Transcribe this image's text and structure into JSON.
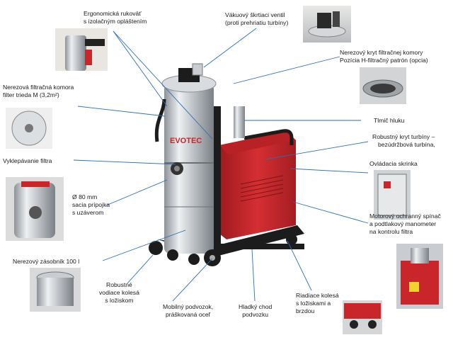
{
  "labels": {
    "handle": [
      "Ergonomická rukoväť",
      "s izolačným opláštením"
    ],
    "valve": [
      "Vákuový škrtiaci ventil",
      "(proti prehriatiu turbíny)"
    ],
    "cover": [
      "Nerezový kryt filtračnej komory",
      "Pozícia H-filtračný patrón (opcia)"
    ],
    "filter_chamber": [
      "Nerezová filtračná komora",
      "filter trieda M (3,2m²)"
    ],
    "muffler": [
      "Tlmič hluku"
    ],
    "turbine_cover": [
      "Robustný kryt turbíny –",
      "bezúdržbová turbína,"
    ],
    "filter_shake": [
      "Vyklepávanie filtra"
    ],
    "control_box": [
      "Ovládacia skrinka"
    ],
    "inlet": [
      "Ø 80 mm",
      "sacia prípojka",
      "s uzáverom"
    ],
    "motor_switch": [
      "Motorový  ochranný spínač",
      "a podtlakový manometer",
      "na kontrolu filtra"
    ],
    "container": [
      "Nerezový zásobník 100 l"
    ],
    "guide_wheels": [
      "Robustné",
      "vodiace kolesá",
      "s ložiskom"
    ],
    "chassis": [
      "Mobilný podvozok,",
      "práškovaná oceľ"
    ],
    "smooth": [
      "Hladký chod",
      "podvozku"
    ],
    "steer_wheels": [
      "Riadiace kolesá",
      "s ložiskami a",
      "brzdou"
    ]
  },
  "brand": "EVOTEC",
  "colors": {
    "steel": "#c9ccd0",
    "red": "#c8262b",
    "black": "#1c1c1c",
    "leader": "#2c6fb5"
  }
}
